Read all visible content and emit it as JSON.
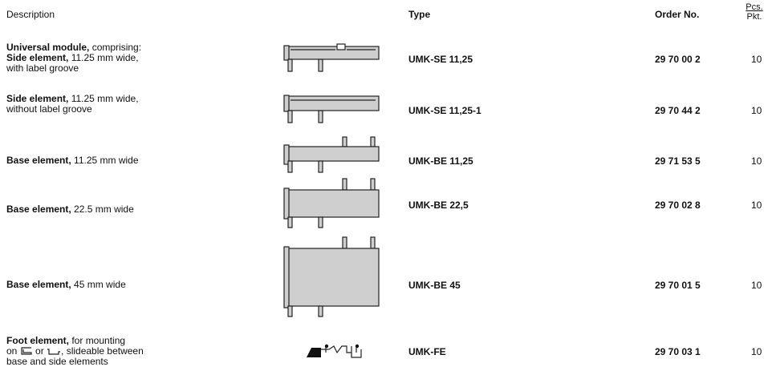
{
  "header": {
    "description": "Description",
    "type": "Type",
    "order_no": "Order No.",
    "pcs": "Pcs.",
    "pkt": "Pkt."
  },
  "rows": [
    {
      "bold1": "Universal module,",
      "text1": " comprising:",
      "bold2": "Side element,",
      "text2": " 11.25 mm wide,",
      "text3": "with label groove",
      "type": "UMK-SE 11,25",
      "order": "29 70 00 2",
      "qty": "10"
    },
    {
      "bold1": "Side element,",
      "text1": " 11.25 mm wide,",
      "text2": "without label groove",
      "type": "UMK-SE 11,25-1",
      "order": "29 70 44 2",
      "qty": "10"
    },
    {
      "bold1": "Base element,",
      "text1": " 11.25 mm wide",
      "type": "UMK-BE 11,25",
      "order": "29 71 53 5",
      "qty": "10"
    },
    {
      "bold1": "Base element,",
      "text1": " 22.5 mm wide",
      "type": "UMK-BE 22,5",
      "order": "29 70 02 8",
      "qty": "10"
    },
    {
      "bold1": "Base element,",
      "text1": " 45 mm wide",
      "type": "UMK-BE 45",
      "order": "29 70 01 5",
      "qty": "10"
    },
    {
      "bold1": "Foot element,",
      "text1": " for mounting",
      "text2a": "on ",
      "text2b": " or ",
      "text2c": ", slideable between",
      "text3": "base and side elements",
      "type": "UMK-FE",
      "order": "29 70 03 1",
      "qty": "10"
    }
  ]
}
